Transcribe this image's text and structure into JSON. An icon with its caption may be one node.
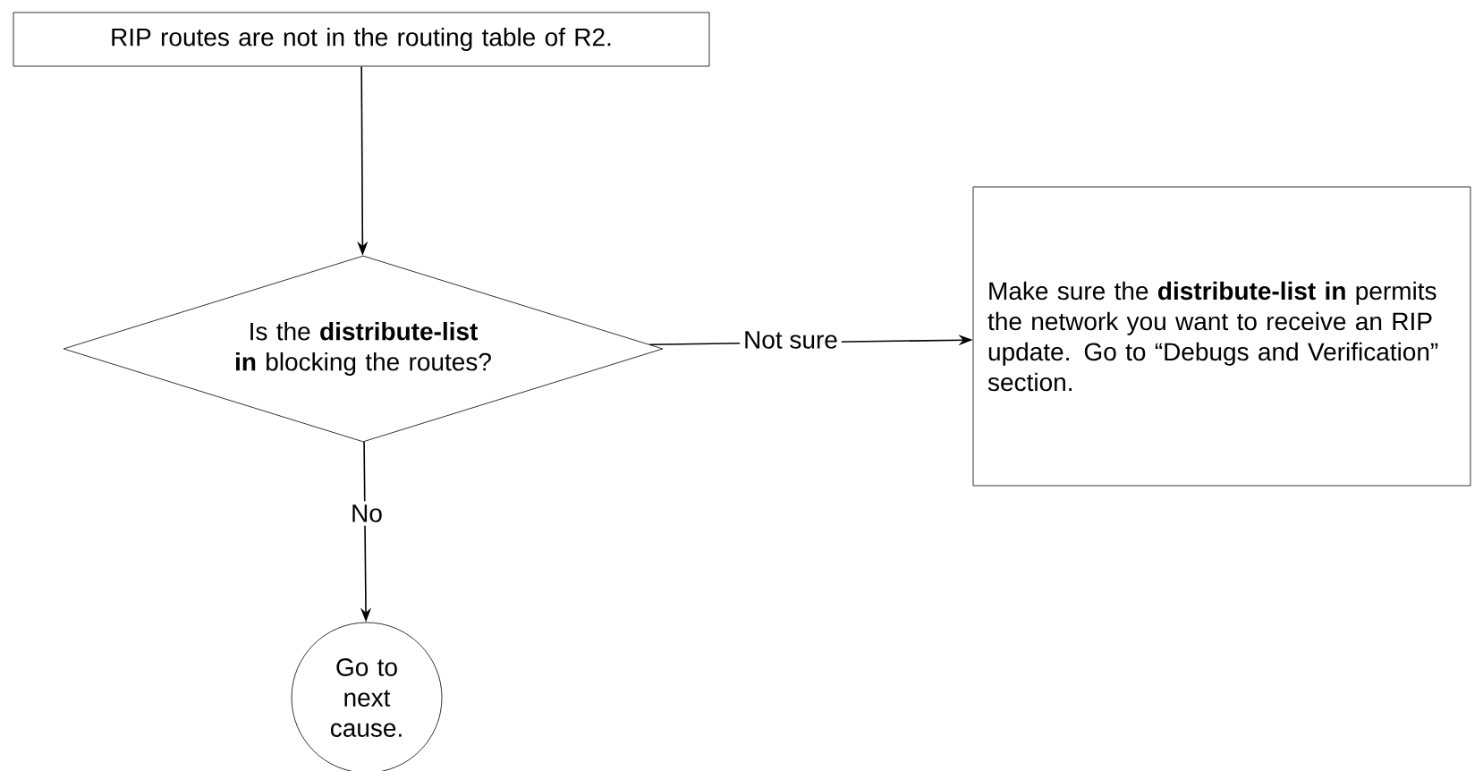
{
  "diagram": {
    "nodes": [
      {
        "text": [
          "RIP routes are not in the routing table of R2."
        ]
      },
      {
        "text": [
          "Is the **distribute-list in** blocking the routes?"
        ]
      },
      {
        "text": [
          "Make sure the **distribute-list in** permits the network you want to receive an RIP update. Go to “Debugs and Verification” section."
        ]
      },
      {
        "text": [
          "Go to next cause."
        ]
      }
    ],
    "edges": [
      {
        "from": 0,
        "to": 1,
        "arrow": "to"
      },
      {
        "from": 1,
        "to": 2,
        "arrow": "to",
        "label": "Not sure"
      },
      {
        "from": 1,
        "to": 3,
        "arrow": "to",
        "label": "No"
      }
    ]
  }
}
